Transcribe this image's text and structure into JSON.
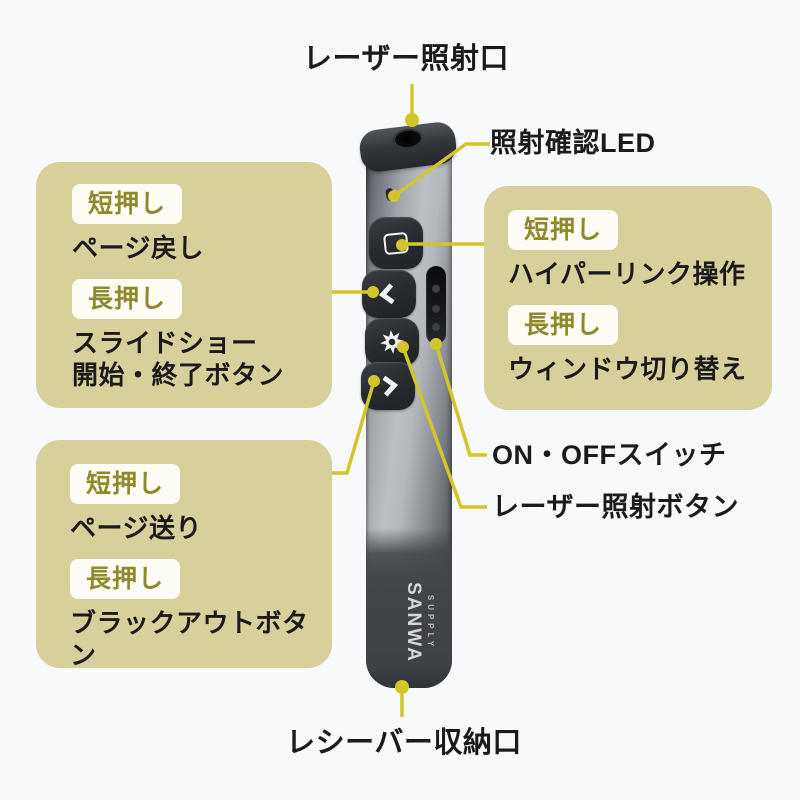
{
  "colors": {
    "background": "#f7f9fb",
    "callout_bg": "#d7d09b",
    "badge_bg": "#fdfcf5",
    "badge_text": "#8e892b",
    "connector_line": "#d2c62b",
    "label_text": "#1b1b1b",
    "device_body_silver": "#b4b8bd",
    "device_dark": "#2c2f34"
  },
  "labels": {
    "laser_port": "レーザー照射口",
    "led": "照射確認LED",
    "on_off_switch": "ON・OFFスイッチ",
    "laser_button": "レーザー照射ボタン",
    "receiver_slot": "レシーバー収納口"
  },
  "callouts": {
    "page_back": {
      "short_badge": "短押し",
      "short_action": "ページ戻し",
      "long_badge": "長押し",
      "long_action_line1": "スライドショー",
      "long_action_line2": "開始・終了ボタン"
    },
    "hyperlink": {
      "short_badge": "短押し",
      "short_action": "ハイパーリンク操作",
      "long_badge": "長押し",
      "long_action": "ウィンドウ切り替え"
    },
    "page_forward": {
      "short_badge": "短押し",
      "short_action": "ページ送り",
      "long_badge": "長押し",
      "long_action": "ブラックアウトボタン"
    }
  },
  "device": {
    "brand_primary": "SANWA",
    "brand_secondary": "SUPPLY"
  }
}
